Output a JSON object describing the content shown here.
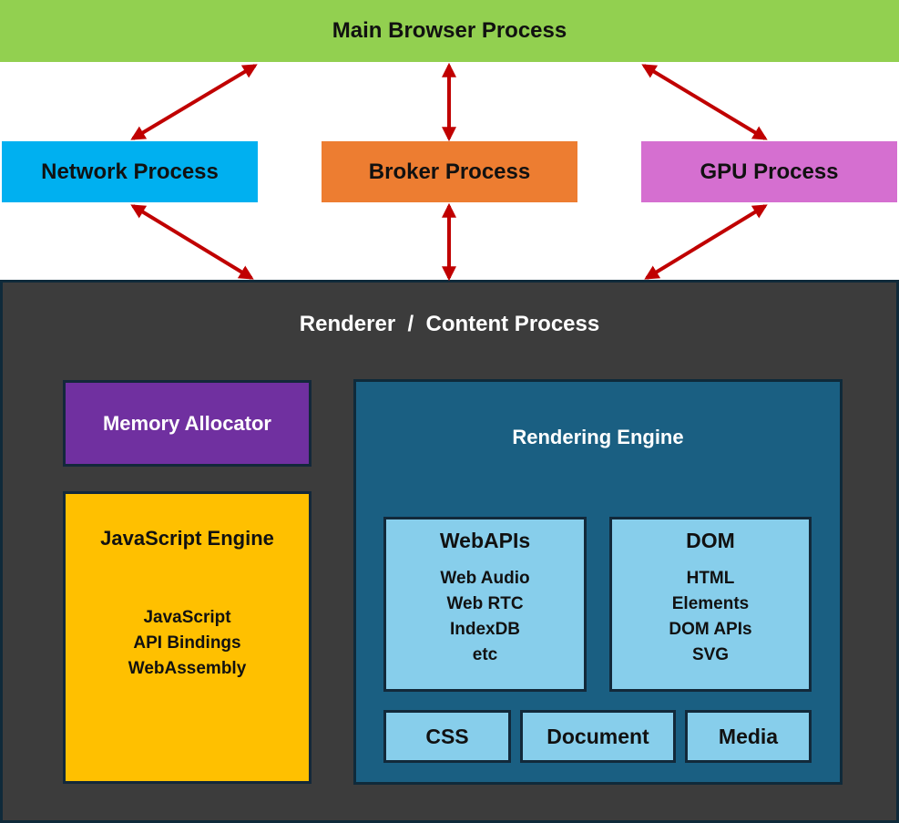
{
  "diagram": {
    "main_process": "Main Browser Process",
    "processes": [
      {
        "label": "Network Process",
        "color": "#00b0f0"
      },
      {
        "label": "Broker Process",
        "color": "#ed7d31"
      },
      {
        "label": "GPU Process",
        "color": "#d56fd0"
      }
    ],
    "renderer": {
      "title": "Renderer  /  Content Process",
      "memory_allocator": "Memory Allocator",
      "javascript_engine": {
        "title": "JavaScript Engine",
        "items": [
          "JavaScript",
          "API Bindings",
          "WebAssembly"
        ]
      },
      "rendering_engine": {
        "title": "Rendering Engine",
        "webapis": {
          "title": "WebAPIs",
          "items": [
            "Web Audio",
            "Web RTC",
            "IndexDB",
            "etc"
          ]
        },
        "dom": {
          "title": "DOM",
          "items": [
            "HTML",
            "Elements",
            "DOM APIs",
            "SVG"
          ]
        },
        "bottom": [
          "CSS",
          "Document",
          "Media"
        ]
      }
    },
    "colors": {
      "main": "#92d050",
      "renderer_bg": "#3c3c3c",
      "memory": "#7030a0",
      "js_engine": "#ffc000",
      "rendering_engine": "#1a5f82",
      "sub_boxes": "#87ceeb",
      "arrows": "#c00000"
    }
  }
}
